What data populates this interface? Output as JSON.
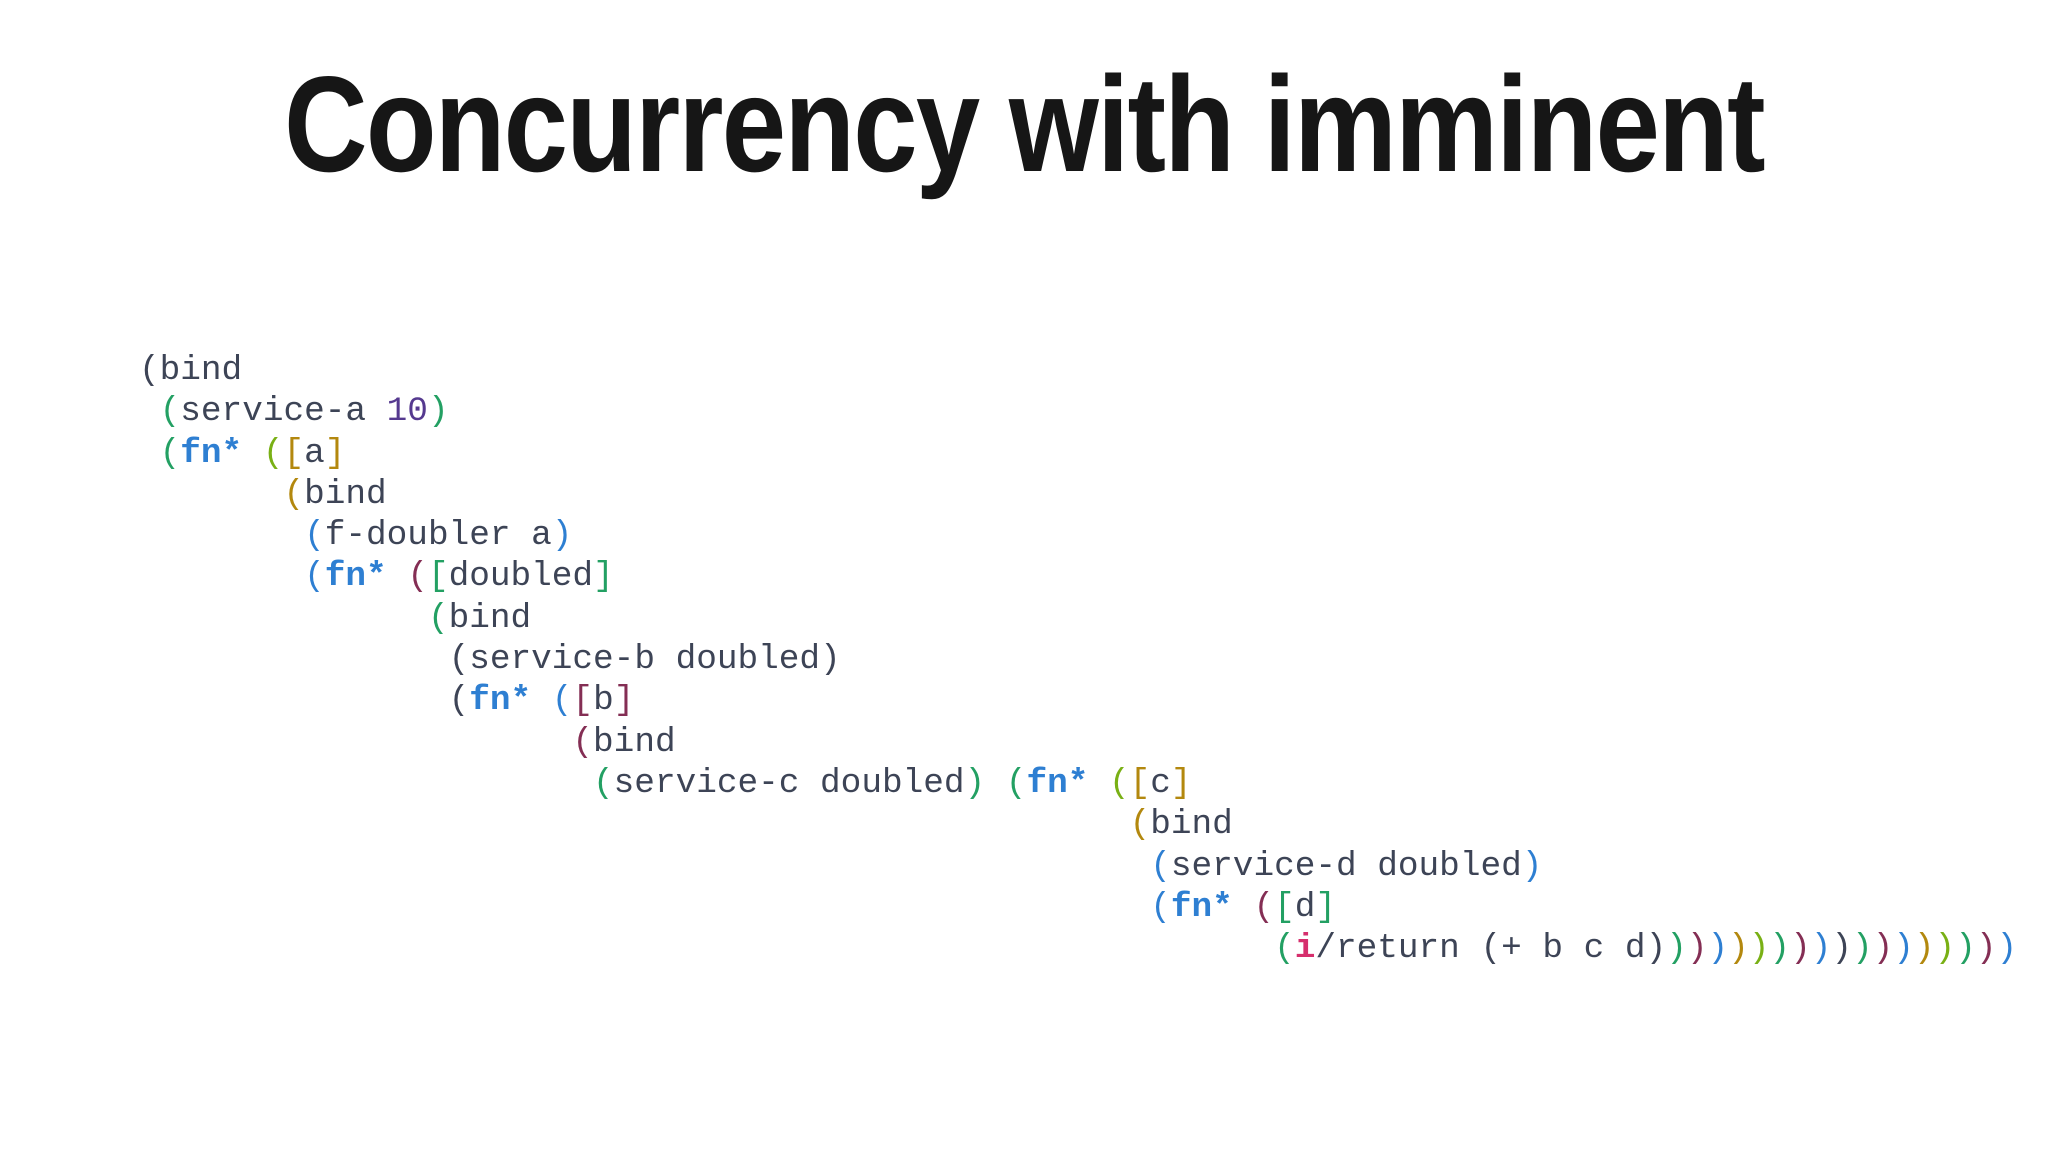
{
  "title": "Concurrency with imminent",
  "palette": {
    "fg": "#3d4456",
    "gr": "#23a063",
    "lg": "#79b015",
    "gd": "#b3880e",
    "bl": "#2e7fd2",
    "mr": "#842e54",
    "pu": "#55398f",
    "cr": "#d62f6d"
  },
  "code": {
    "language": "clojure",
    "lines": [
      [
        {
          "t": "(bind",
          "c": "fg"
        }
      ],
      [
        {
          "t": " ",
          "c": "fg"
        },
        {
          "t": "(",
          "c": "gr"
        },
        {
          "t": "service-a ",
          "c": "fg"
        },
        {
          "t": "10",
          "c": "pu"
        },
        {
          "t": ")",
          "c": "gr"
        }
      ],
      [
        {
          "t": " ",
          "c": "fg"
        },
        {
          "t": "(",
          "c": "gr"
        },
        {
          "t": "fn*",
          "c": "bl",
          "b": true
        },
        {
          "t": " ",
          "c": "fg"
        },
        {
          "t": "(",
          "c": "lg"
        },
        {
          "t": "[",
          "c": "gd"
        },
        {
          "t": "a",
          "c": "fg"
        },
        {
          "t": "]",
          "c": "gd"
        }
      ],
      [
        {
          "t": "       ",
          "c": "fg"
        },
        {
          "t": "(",
          "c": "gd"
        },
        {
          "t": "bind",
          "c": "fg"
        }
      ],
      [
        {
          "t": "        ",
          "c": "fg"
        },
        {
          "t": "(",
          "c": "bl"
        },
        {
          "t": "f-doubler a",
          "c": "fg"
        },
        {
          "t": ")",
          "c": "bl"
        }
      ],
      [
        {
          "t": "        ",
          "c": "fg"
        },
        {
          "t": "(",
          "c": "bl"
        },
        {
          "t": "fn*",
          "c": "bl",
          "b": true
        },
        {
          "t": " ",
          "c": "fg"
        },
        {
          "t": "(",
          "c": "mr"
        },
        {
          "t": "[",
          "c": "gr"
        },
        {
          "t": "doubled",
          "c": "fg"
        },
        {
          "t": "]",
          "c": "gr"
        }
      ],
      [
        {
          "t": "              ",
          "c": "fg"
        },
        {
          "t": "(",
          "c": "gr"
        },
        {
          "t": "bind",
          "c": "fg"
        }
      ],
      [
        {
          "t": "               ",
          "c": "fg"
        },
        {
          "t": "(service-b doubled)",
          "c": "fg"
        }
      ],
      [
        {
          "t": "               ",
          "c": "fg"
        },
        {
          "t": "(",
          "c": "fg"
        },
        {
          "t": "fn*",
          "c": "bl",
          "b": true
        },
        {
          "t": " ",
          "c": "fg"
        },
        {
          "t": "(",
          "c": "bl"
        },
        {
          "t": "[",
          "c": "mr"
        },
        {
          "t": "b",
          "c": "fg"
        },
        {
          "t": "]",
          "c": "mr"
        }
      ],
      [
        {
          "t": "                     ",
          "c": "fg"
        },
        {
          "t": "(",
          "c": "mr"
        },
        {
          "t": "bind",
          "c": "fg"
        }
      ],
      [
        {
          "t": "                      ",
          "c": "fg"
        },
        {
          "t": "(",
          "c": "gr"
        },
        {
          "t": "service-c doubled",
          "c": "fg"
        },
        {
          "t": ")",
          "c": "gr"
        },
        {
          "t": " ",
          "c": "fg"
        },
        {
          "t": "(",
          "c": "gr"
        },
        {
          "t": "fn*",
          "c": "bl",
          "b": true
        },
        {
          "t": " ",
          "c": "fg"
        },
        {
          "t": "(",
          "c": "lg"
        },
        {
          "t": "[",
          "c": "gd"
        },
        {
          "t": "c",
          "c": "fg"
        },
        {
          "t": "]",
          "c": "gd"
        }
      ],
      [
        {
          "t": "                                                ",
          "c": "fg"
        },
        {
          "t": "(",
          "c": "gd"
        },
        {
          "t": "bind",
          "c": "fg"
        }
      ],
      [
        {
          "t": "                                                 ",
          "c": "fg"
        },
        {
          "t": "(",
          "c": "bl"
        },
        {
          "t": "service-d doubled",
          "c": "fg"
        },
        {
          "t": ")",
          "c": "bl"
        }
      ],
      [
        {
          "t": "                                                 ",
          "c": "fg"
        },
        {
          "t": "(",
          "c": "bl"
        },
        {
          "t": "fn*",
          "c": "bl",
          "b": true
        },
        {
          "t": " ",
          "c": "fg"
        },
        {
          "t": "(",
          "c": "mr"
        },
        {
          "t": "[",
          "c": "gr"
        },
        {
          "t": "d",
          "c": "fg"
        },
        {
          "t": "]",
          "c": "gr"
        }
      ],
      [
        {
          "t": "                                                       ",
          "c": "fg"
        },
        {
          "t": "(",
          "c": "gr"
        },
        {
          "t": "i",
          "c": "cr",
          "b": true
        },
        {
          "t": "/return ",
          "c": "fg"
        },
        {
          "t": "(",
          "c": "fg"
        },
        {
          "t": "+ b c d",
          "c": "fg"
        },
        {
          "t": ")",
          "c": "fg"
        },
        {
          "t": ")",
          "c": "gr"
        },
        {
          "t": ")",
          "c": "mr"
        },
        {
          "t": ")",
          "c": "bl"
        },
        {
          "t": ")",
          "c": "gd"
        },
        {
          "t": ")",
          "c": "lg"
        },
        {
          "t": ")",
          "c": "gr"
        },
        {
          "t": ")",
          "c": "mr"
        },
        {
          "t": ")",
          "c": "bl"
        },
        {
          "t": ")",
          "c": "fg"
        },
        {
          "t": ")",
          "c": "gr"
        },
        {
          "t": ")",
          "c": "mr"
        },
        {
          "t": ")",
          "c": "bl"
        },
        {
          "t": ")",
          "c": "gd"
        },
        {
          "t": ")",
          "c": "lg"
        },
        {
          "t": ")",
          "c": "gr"
        },
        {
          "t": ")",
          "c": "mr"
        },
        {
          "t": ")",
          "c": "bl"
        }
      ]
    ]
  }
}
